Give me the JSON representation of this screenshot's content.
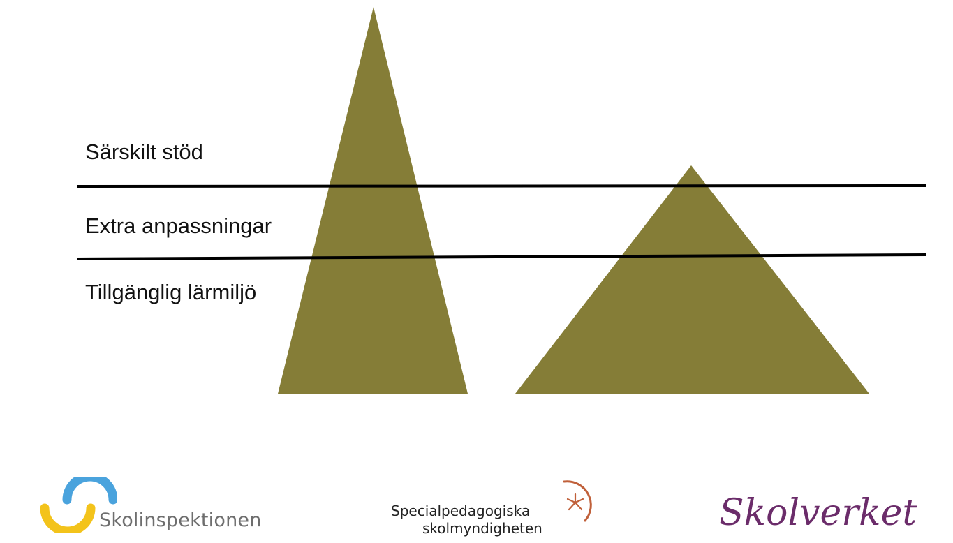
{
  "levels": {
    "top": "Särskilt stöd",
    "middle": "Extra anpassningar",
    "bottom": "Tillgänglig lärmiljö"
  },
  "logos": {
    "skolinspektionen": "Skolinspektionen",
    "spsm_line1": "Specialpedagogiska",
    "spsm_line2": "skolmyndigheten",
    "skolverket": "Skolverket"
  },
  "colors": {
    "triangle_fill": "#857d37",
    "divider_line": "#000000",
    "skolinspektionen_blue": "#4aa3dd",
    "skolinspektionen_yellow": "#f3c31b",
    "spsm_arc": "#c0603a",
    "skolverket_purple": "#6b2c6a"
  },
  "icons": {
    "skolinspektionen": "skolinspektionen-swirl-icon",
    "spsm": "spsm-star-arc-icon"
  }
}
